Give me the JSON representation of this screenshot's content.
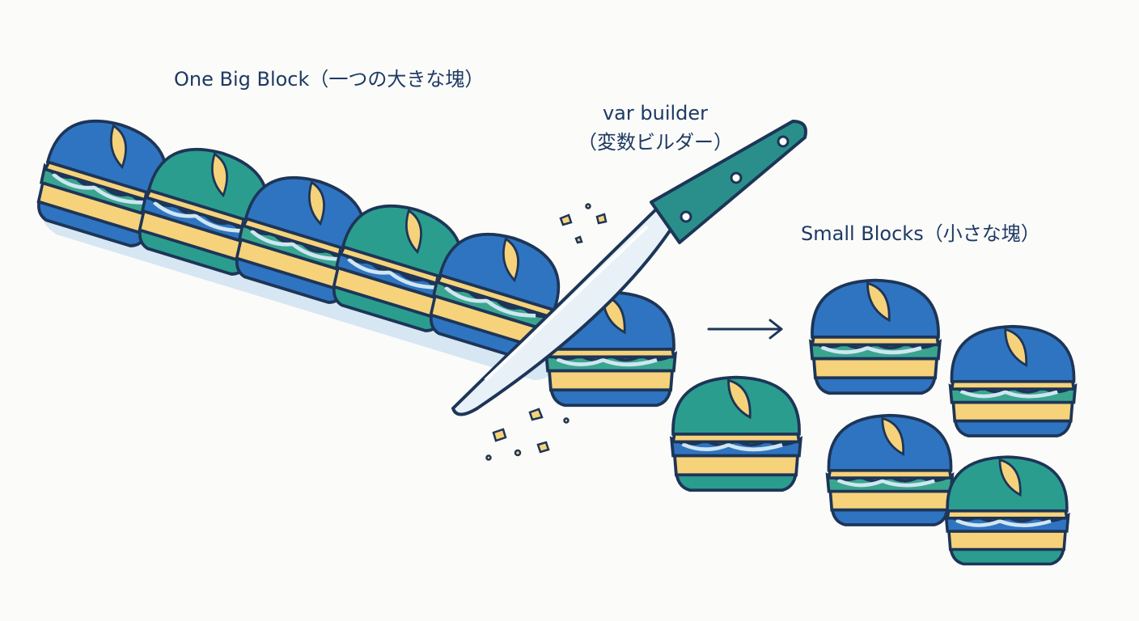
{
  "labels": {
    "big_block": "One Big Block（一つの大きな塊）",
    "var_builder_line1": "var builder",
    "var_builder_line2": "（変数ビルダー）",
    "small_blocks": "Small Blocks（小さな塊）"
  },
  "colors": {
    "outline": "#1d3557",
    "bun_blue": "#2f74c0",
    "bun_teal": "#2a9d8f",
    "bread": "#f6d27a",
    "lettuce": "#3aa58f",
    "filling": "#cfe6f2",
    "blade": "#e9f1f8",
    "handle": "#2a8f8a",
    "shadow": "#d6e6f2"
  }
}
